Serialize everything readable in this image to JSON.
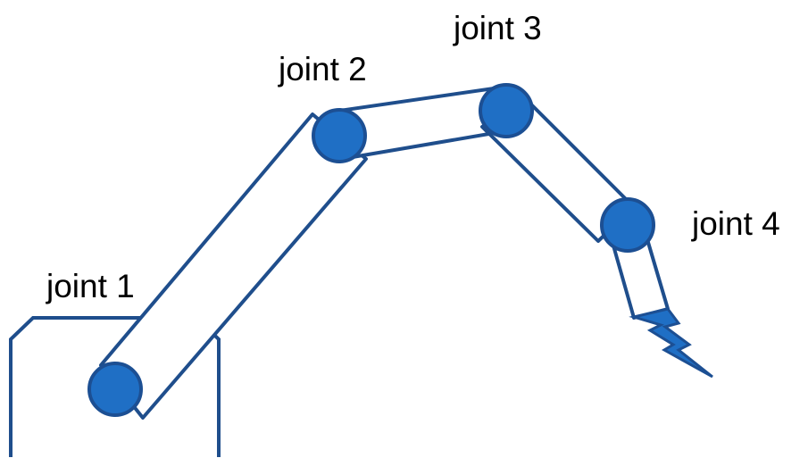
{
  "diagram": {
    "joints": [
      {
        "label": "joint 1"
      },
      {
        "label": "joint 2"
      },
      {
        "label": "joint 3"
      },
      {
        "label": "joint 4"
      }
    ]
  },
  "colors": {
    "outline": "#1f4e8c",
    "joint_fill": "#1f6fc5",
    "joint_stroke": "#1c4f93",
    "gripper_fill": "#1f6fc5",
    "background": "#ffffff",
    "text": "#000000"
  }
}
